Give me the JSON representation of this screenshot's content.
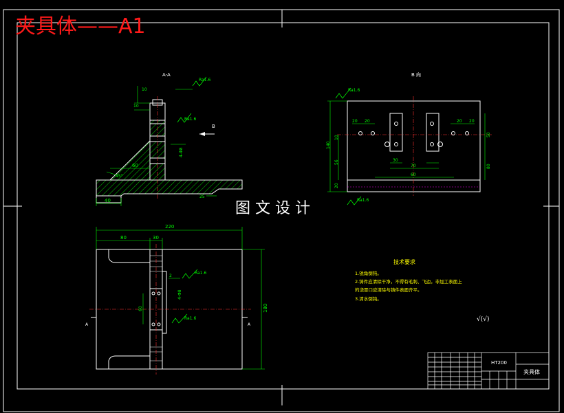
{
  "title": "夹具体——A1",
  "watermark": "图 文 设 计",
  "colors": {
    "background": "#000000",
    "outline": "#ffffff",
    "dimension": "#00ff00",
    "center_line": "#ff3030",
    "title_red": "#ff1a1a",
    "hatch": "#00ff00",
    "tech_text": "#ffff00"
  },
  "view_labels": {
    "section_aa": "A-A",
    "view_b": "B 向",
    "arrow_b": "B",
    "section_mark_left": "A",
    "section_mark_right": "A"
  },
  "dimensions": {
    "front": [
      "40",
      "60",
      "45°",
      "10",
      "25",
      "10",
      "4-Φ8"
    ],
    "top_right": [
      "140",
      "56",
      "10",
      "20",
      "20",
      "20",
      "20",
      "50",
      "30",
      "70",
      "60",
      "80",
      "20"
    ],
    "plan": [
      "220",
      "80",
      "30",
      "180",
      "2",
      "60",
      "4-Φ8"
    ]
  },
  "roughness": {
    "front_top": "Ra1.6",
    "front_mid": "Ra1.6",
    "top_right": "Ra1.6",
    "top_right_bottom": "Ra1.6",
    "plan_mid": "Ra1.6",
    "plan_bot": "Ra1.6"
  },
  "tech_requirements": {
    "heading": "技术要求",
    "items": [
      "1.锐角倒钝。",
      "2.铸件应清除干净，不得有毛刺、飞边，非加工表面上",
      "的浇冒口应清除与铸件表面齐平。",
      "3.清水倒钝。"
    ]
  },
  "surface_mark": "√(√)",
  "title_block": {
    "material": "HT200",
    "part_name": "夹具体"
  }
}
